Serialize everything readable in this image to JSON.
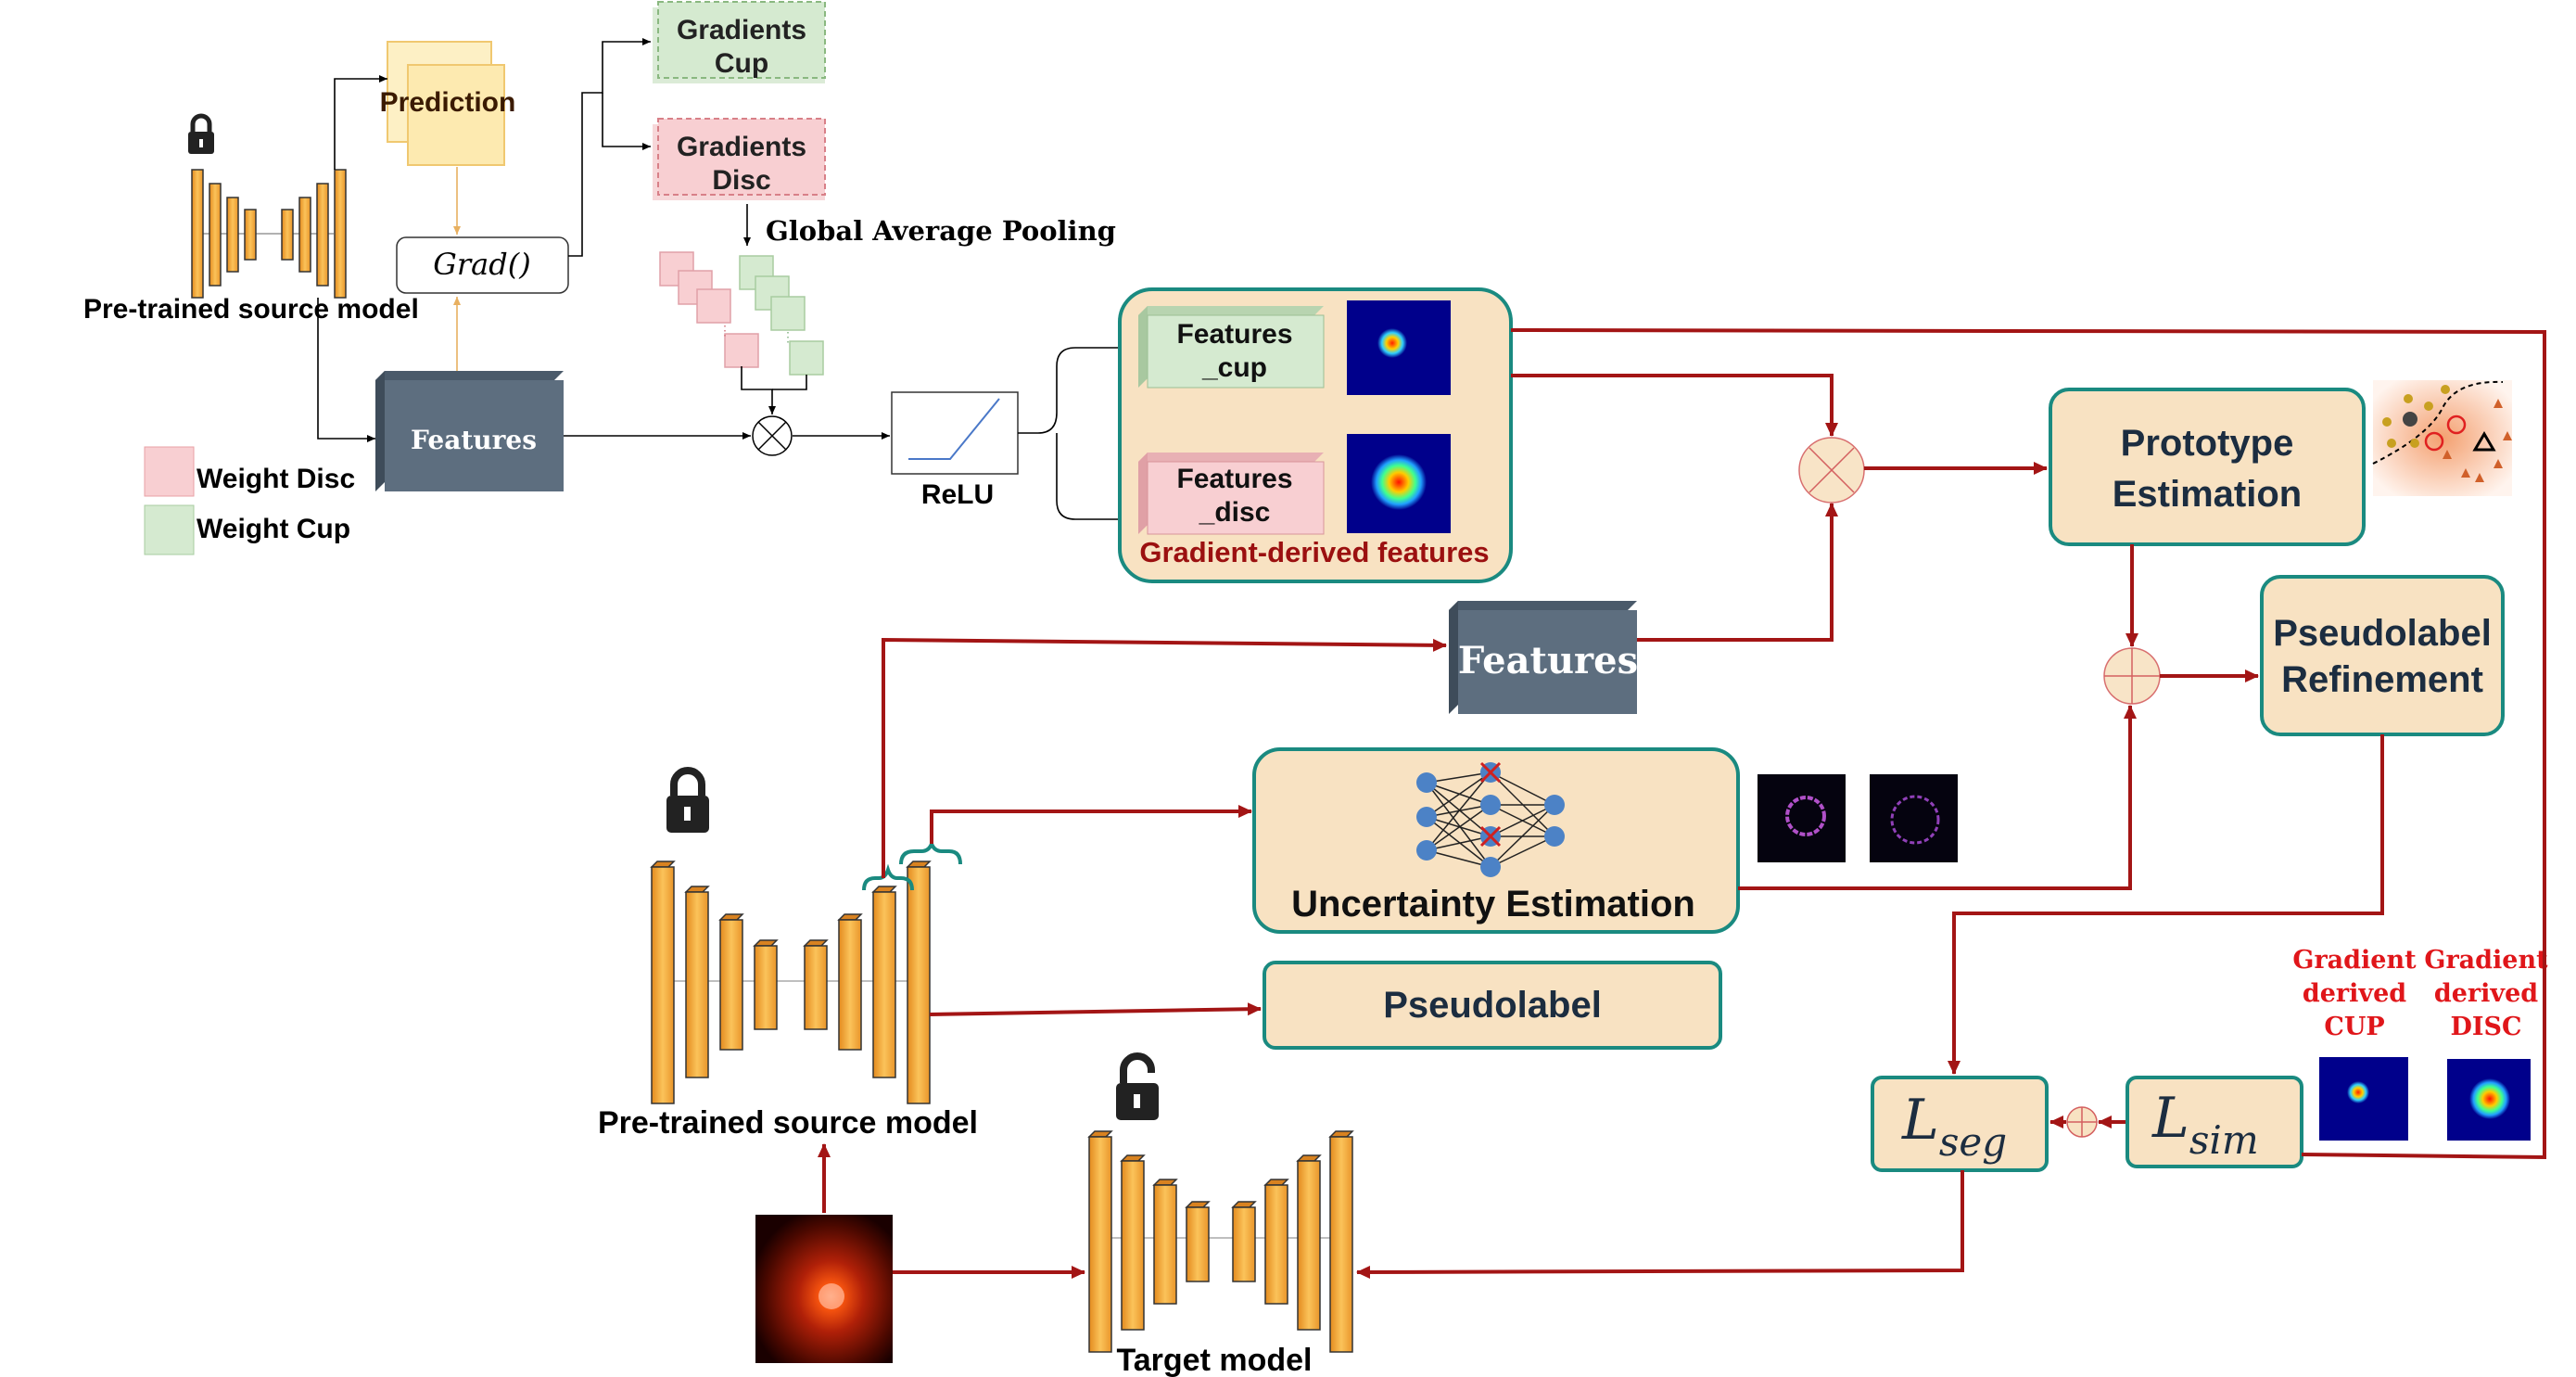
{
  "top": {
    "prediction": "Prediction",
    "grad": "Grad()",
    "gradients_cup": [
      "Gradients",
      "Cup"
    ],
    "gradients_disc": [
      "Gradients",
      "Disc"
    ],
    "global_avg_pooling": "Global Average Pooling",
    "pretrained_source_model": "Pre-trained source model",
    "features": "Features",
    "legend_weight_disc": "Weight Disc",
    "legend_weight_cup": "Weight Cup",
    "relu": "ReLU"
  },
  "gradient_features": {
    "features_cup": [
      "Features",
      "_cup"
    ],
    "features_disc": [
      "Features",
      "_disc"
    ],
    "caption": "Gradient-derived features"
  },
  "right": {
    "prototype_estimation": [
      "Prototype",
      "Estimation"
    ],
    "pseudolabel_refinement": [
      "Pseudolabel",
      "Refinement"
    ],
    "gradient_cup": [
      "Gradient",
      "derived",
      "CUP"
    ],
    "gradient_disc": [
      "Gradient",
      "derived",
      "DISC"
    ],
    "l_seg_main": "L",
    "l_seg_sub": "seg",
    "l_sim_main": "L",
    "l_sim_sub": "sim"
  },
  "bottom": {
    "features": "Features",
    "uncertainty_estimation": "Uncertainty Estimation",
    "pseudolabel": "Pseudolabel",
    "pretrained_source_model": "Pre-trained source model",
    "target_model": "Target model"
  },
  "colors": {
    "accent_red": "#a31515",
    "teal_border": "#1a8a80",
    "box_fill": "#f8e2c2",
    "feature_block": "#5d6e7f",
    "caption_red": "#9b1010",
    "label_red": "#e0161a"
  }
}
